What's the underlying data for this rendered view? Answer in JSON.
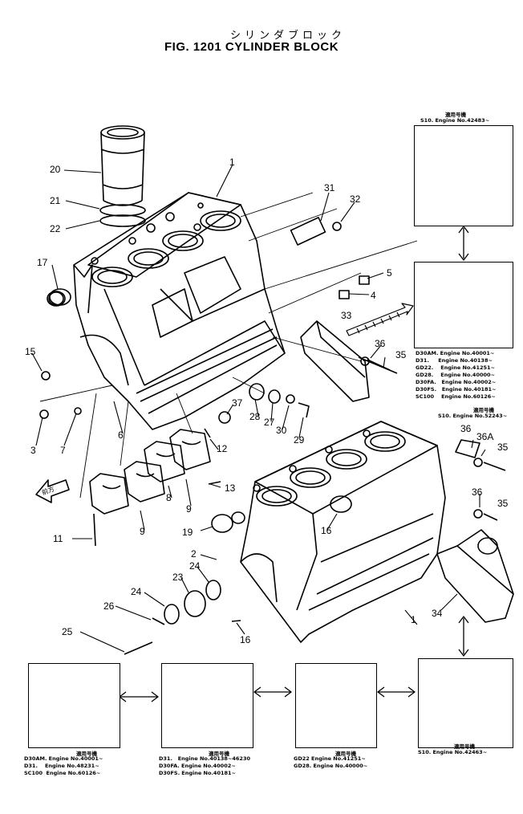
{
  "title": {
    "japanese": "シリンダブロック",
    "main": "FIG. 1201 CYLINDER BLOCK"
  },
  "callouts": {
    "c1": "1",
    "c1b": "1",
    "c2": "2",
    "c3": "3",
    "c4": "4",
    "c5": "5",
    "c6": "6",
    "c7": "7",
    "c8": "8",
    "c9a": "9",
    "c9b": "9",
    "c11": "11",
    "c12": "12",
    "c13": "13",
    "c15": "15",
    "c16a": "16",
    "c16b": "16",
    "c17": "17",
    "c19": "19",
    "c20": "20",
    "c21": "21",
    "c22": "22",
    "c23": "23",
    "c24a": "24",
    "c24b": "24",
    "c25": "25",
    "c26": "26",
    "c27": "27",
    "c28": "28",
    "c29": "29",
    "c30": "30",
    "c31": "31",
    "c32": "32",
    "c33": "33",
    "c34": "34",
    "c35a": "35",
    "c35b": "35",
    "c35c": "35",
    "c36a": "36",
    "c36b": "36",
    "c36c": "36",
    "c36A": "36A",
    "c37": "37"
  },
  "front_arrow": "前方",
  "applicability": "適用号機",
  "serial_notes": {
    "top_right": "S10. Engine No.42483~",
    "mid_right": "D30AM. Engine No.40001~\nD31.     Engine No.40138~\nGD22.    Engine No.41251~\nGD28.    Engine No.40000~\nD30FA.   Engine No.40002~\nD30FS.   Engine No.40181~\nSC100    Engine No.60126~",
    "mid_right_after": "S10. Engine No.52243~",
    "bottom_1": "D30AM. Engine No.40001~\nD31.    Engine No.48231~\nSC100  Engine No.60126~",
    "bottom_2": "D31.   Engine No.40138~46230\nD30FA. Engine No.40002~\nD30FS. Engine No.40181~",
    "bottom_3": "GD22 Engine No.41251~\nGD28. Engine No.40000~",
    "bottom_4": "S10. Engine No.42463~"
  }
}
